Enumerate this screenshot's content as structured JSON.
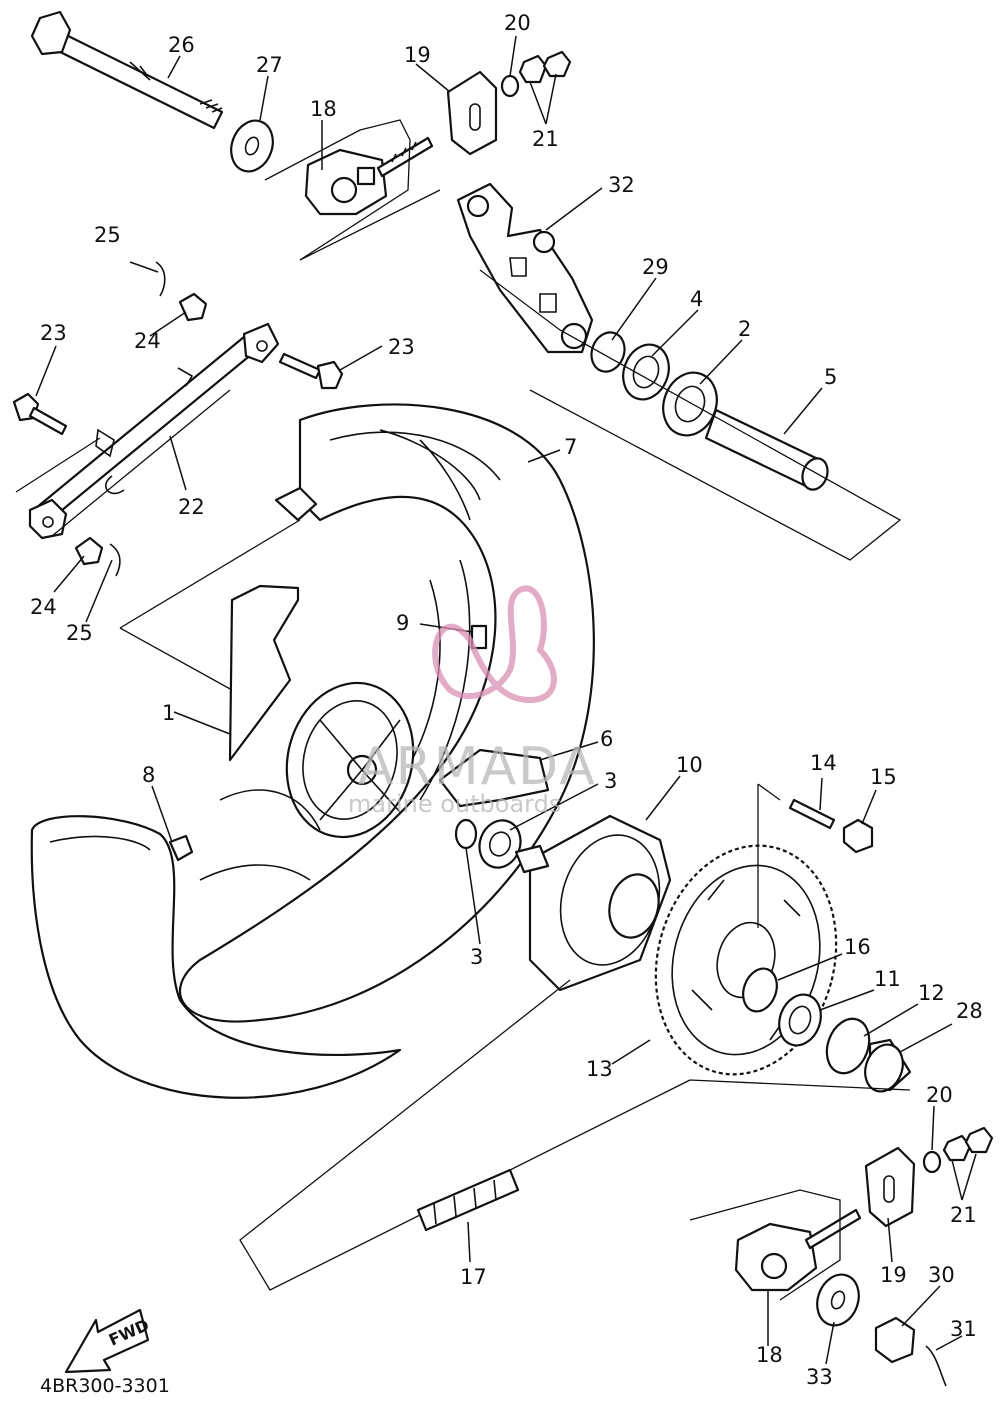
{
  "diagram": {
    "part_code": "4BR300-3301",
    "fwd_label": "FWD",
    "watermark": {
      "brand": "ARMADA",
      "tagline": "marine outboards",
      "color": "#d98fb3"
    },
    "callouts": [
      {
        "id": "c1",
        "label": "1"
      },
      {
        "id": "c2",
        "label": "2"
      },
      {
        "id": "c3a",
        "label": "3"
      },
      {
        "id": "c3b",
        "label": "3"
      },
      {
        "id": "c4",
        "label": "4"
      },
      {
        "id": "c5",
        "label": "5"
      },
      {
        "id": "c6",
        "label": "6"
      },
      {
        "id": "c7",
        "label": "7"
      },
      {
        "id": "c8",
        "label": "8"
      },
      {
        "id": "c9",
        "label": "9"
      },
      {
        "id": "c10",
        "label": "10"
      },
      {
        "id": "c11",
        "label": "11"
      },
      {
        "id": "c12",
        "label": "12"
      },
      {
        "id": "c13",
        "label": "13"
      },
      {
        "id": "c14",
        "label": "14"
      },
      {
        "id": "c15",
        "label": "15"
      },
      {
        "id": "c16",
        "label": "16"
      },
      {
        "id": "c17",
        "label": "17"
      },
      {
        "id": "c18a",
        "label": "18"
      },
      {
        "id": "c18b",
        "label": "18"
      },
      {
        "id": "c19a",
        "label": "19"
      },
      {
        "id": "c19b",
        "label": "19"
      },
      {
        "id": "c20a",
        "label": "20"
      },
      {
        "id": "c20b",
        "label": "20"
      },
      {
        "id": "c21a",
        "label": "21"
      },
      {
        "id": "c21b",
        "label": "21"
      },
      {
        "id": "c22",
        "label": "22"
      },
      {
        "id": "c23a",
        "label": "23"
      },
      {
        "id": "c23b",
        "label": "23"
      },
      {
        "id": "c24a",
        "label": "24"
      },
      {
        "id": "c24b",
        "label": "24"
      },
      {
        "id": "c25a",
        "label": "25"
      },
      {
        "id": "c25b",
        "label": "25"
      },
      {
        "id": "c26",
        "label": "26"
      },
      {
        "id": "c27",
        "label": "27"
      },
      {
        "id": "c28",
        "label": "28"
      },
      {
        "id": "c29",
        "label": "29"
      },
      {
        "id": "c30",
        "label": "30"
      },
      {
        "id": "c31",
        "label": "31"
      },
      {
        "id": "c32",
        "label": "32"
      },
      {
        "id": "c33",
        "label": "33"
      }
    ]
  }
}
